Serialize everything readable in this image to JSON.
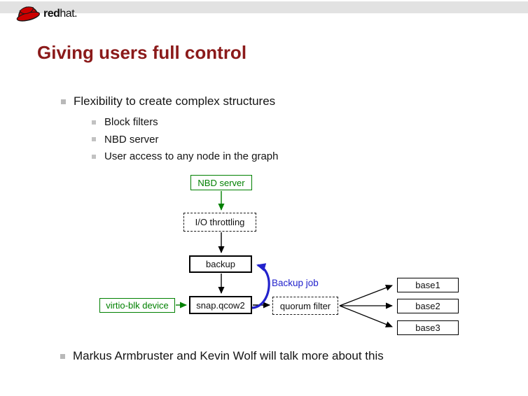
{
  "slide": {
    "logo": {
      "brand_bold": "red",
      "brand_rest": "hat."
    },
    "title": "Giving users full control",
    "bullets": {
      "main": "Flexibility to create complex structures",
      "sub": [
        "Block filters",
        "NBD server",
        "User access to any node in the graph"
      ],
      "footer": "Markus Armbruster and Kevin Wolf will talk more about this"
    }
  },
  "diagram": {
    "nodes": {
      "nbd": "NBD server",
      "io": "I/O throttling",
      "backup": "backup",
      "snap": "snap.qcow2",
      "virtio": "virtio-blk device",
      "quorum": "quorum filter",
      "base1": "base1",
      "base2": "base2",
      "base3": "base3"
    },
    "labels": {
      "backup_job": "Backup job"
    }
  },
  "colors": {
    "title": "#8b1a1a",
    "green": "#008000",
    "blue": "#2222cc",
    "band": "#e2e2e2",
    "hat_red": "#cc0000"
  }
}
